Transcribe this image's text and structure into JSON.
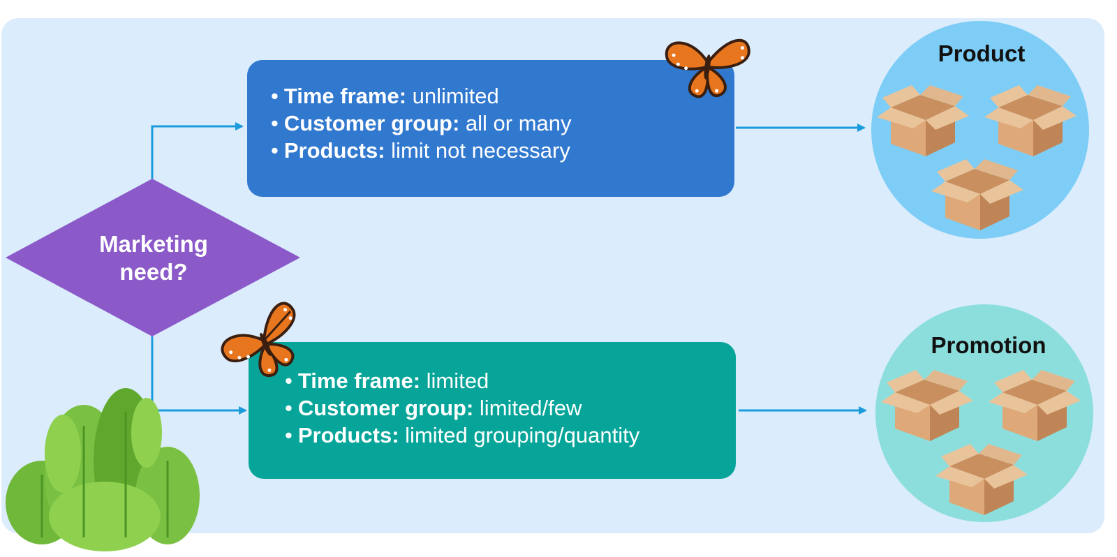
{
  "decision": {
    "label_line1": "Marketing",
    "label_line2": "need?"
  },
  "top_branch": {
    "items": [
      {
        "key": "Time frame:",
        "value": "unlimited"
      },
      {
        "key": "Customer group:",
        "value": "all or many"
      },
      {
        "key": "Products:",
        "value": "limit not necessary"
      }
    ]
  },
  "bottom_branch": {
    "items": [
      {
        "key": "Time frame:",
        "value": "limited"
      },
      {
        "key": "Customer group:",
        "value": "limited/few"
      },
      {
        "key": "Products:",
        "value": "limited grouping/quantity"
      }
    ]
  },
  "outcomes": {
    "product_label": "Product",
    "promotion_label": "Promotion"
  },
  "colors": {
    "background": "#dbecfc",
    "decision": "#8b5ac8",
    "top_box": "#3178cf",
    "bottom_box": "#07a599",
    "product_circle": "#7dcdf6",
    "promotion_circle": "#8cdedd",
    "arrow": "#1a9bdc"
  },
  "icons": [
    "butterfly-icon",
    "box-icon",
    "bush-icon"
  ]
}
